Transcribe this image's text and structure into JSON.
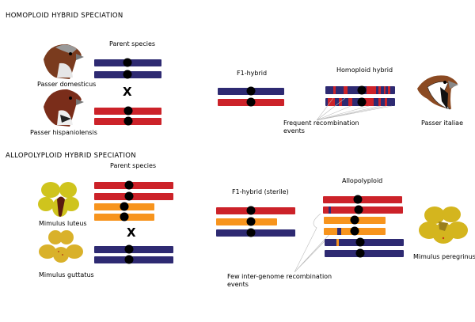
{
  "homoploid": {
    "heading": "HOMOPLOID HYBRID SPECIATION",
    "parent_label": "Parent species",
    "parent1": "Passer domesticus",
    "parent2": "Passer hispaniolensis",
    "cross": "X",
    "f1_label": "F1-hybrid",
    "hybrid_label": "Homoploid hybrid",
    "recombination_label": "Frequent recombination events",
    "result": "Passer italiae"
  },
  "allopolyploid": {
    "heading": "ALLOPOLYPLOID HYBRID SPECIATION",
    "parent_label": "Parent species",
    "parent1": "Mimulus luteus",
    "parent2": "Mimulus guttatus",
    "cross": "X",
    "f1_label": "F1-hybrid (sterile)",
    "hybrid_label": "Allopolyploid",
    "recombination_label": "Few inter-genome recombination events",
    "result": "Mimulus peregrinus"
  },
  "colors": {
    "blue": "#2e2a72",
    "red": "#cc2229",
    "orange": "#f7941d",
    "yellow": "#d4b51e"
  }
}
